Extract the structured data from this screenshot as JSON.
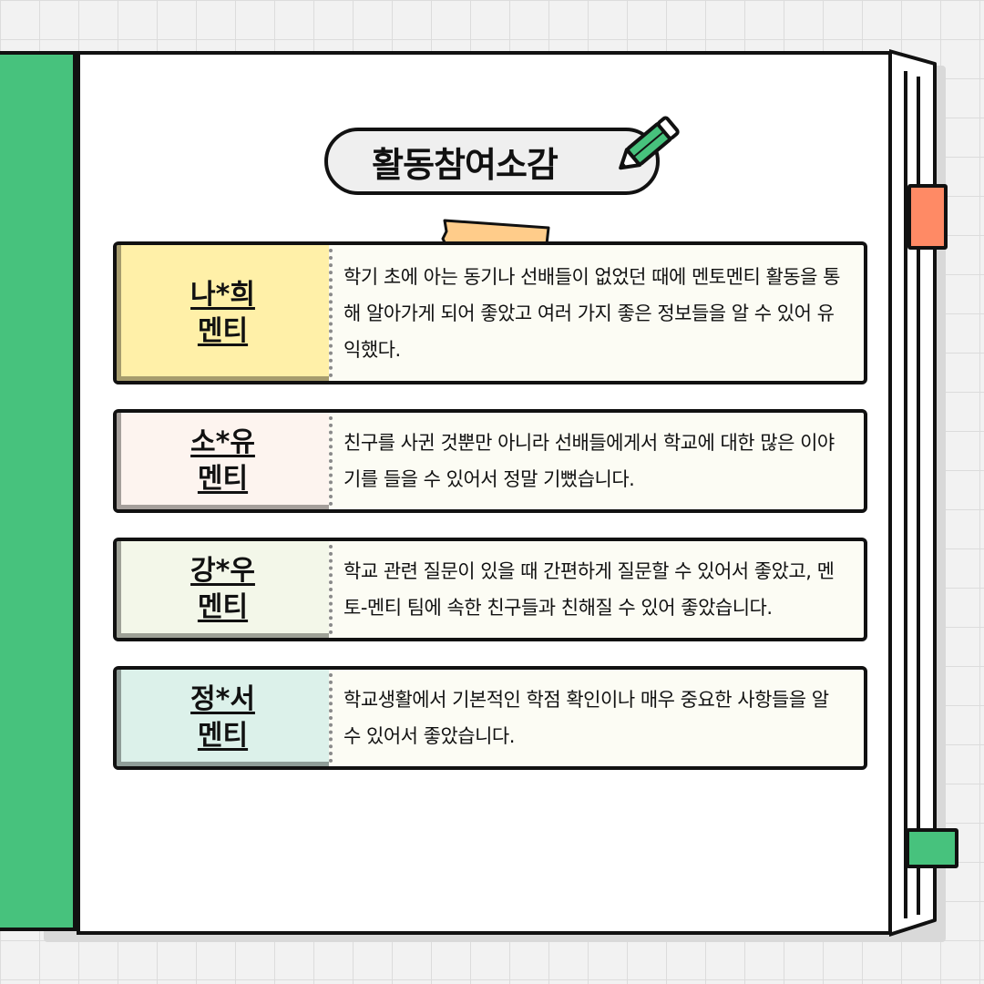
{
  "title": "활동참여소감",
  "colors": {
    "accent_green": "#47c27d",
    "tab_orange": "#ff8a65",
    "tape": "#ffcc8a"
  },
  "decorations": {
    "pencil": "pencil-icon",
    "tape": "masking-tape"
  },
  "cards": [
    {
      "name": "나*희",
      "role": "멘티",
      "color": "#fff0a8",
      "text": "학기 초에 아는 동기나 선배들이 없었던 때에 멘토멘티 활동을 통해 알아가게 되어 좋았고 여러 가지 좋은 정보들을 알 수 있어 유익했다."
    },
    {
      "name": "소*유",
      "role": "멘티",
      "color": "#fdf4ef",
      "text": "친구를 사귄 것뿐만 아니라 선배들에게서 학교에 대한 많은 이야기를 들을 수 있어서 정말 기뻤습니다."
    },
    {
      "name": "강*우",
      "role": "멘티",
      "color": "#f3f7e9",
      "text": "학교 관련 질문이 있을 때 간편하게 질문할 수 있어서 좋았고, 멘토-멘티 팀에 속한 친구들과 친해질 수 있어 좋았습니다."
    },
    {
      "name": "정*서",
      "role": "멘티",
      "color": "#dcf1ea",
      "text": "학교생활에서 기본적인 학점 확인이나 매우 중요한 사항들을 알 수 있어서 좋았습니다."
    }
  ]
}
